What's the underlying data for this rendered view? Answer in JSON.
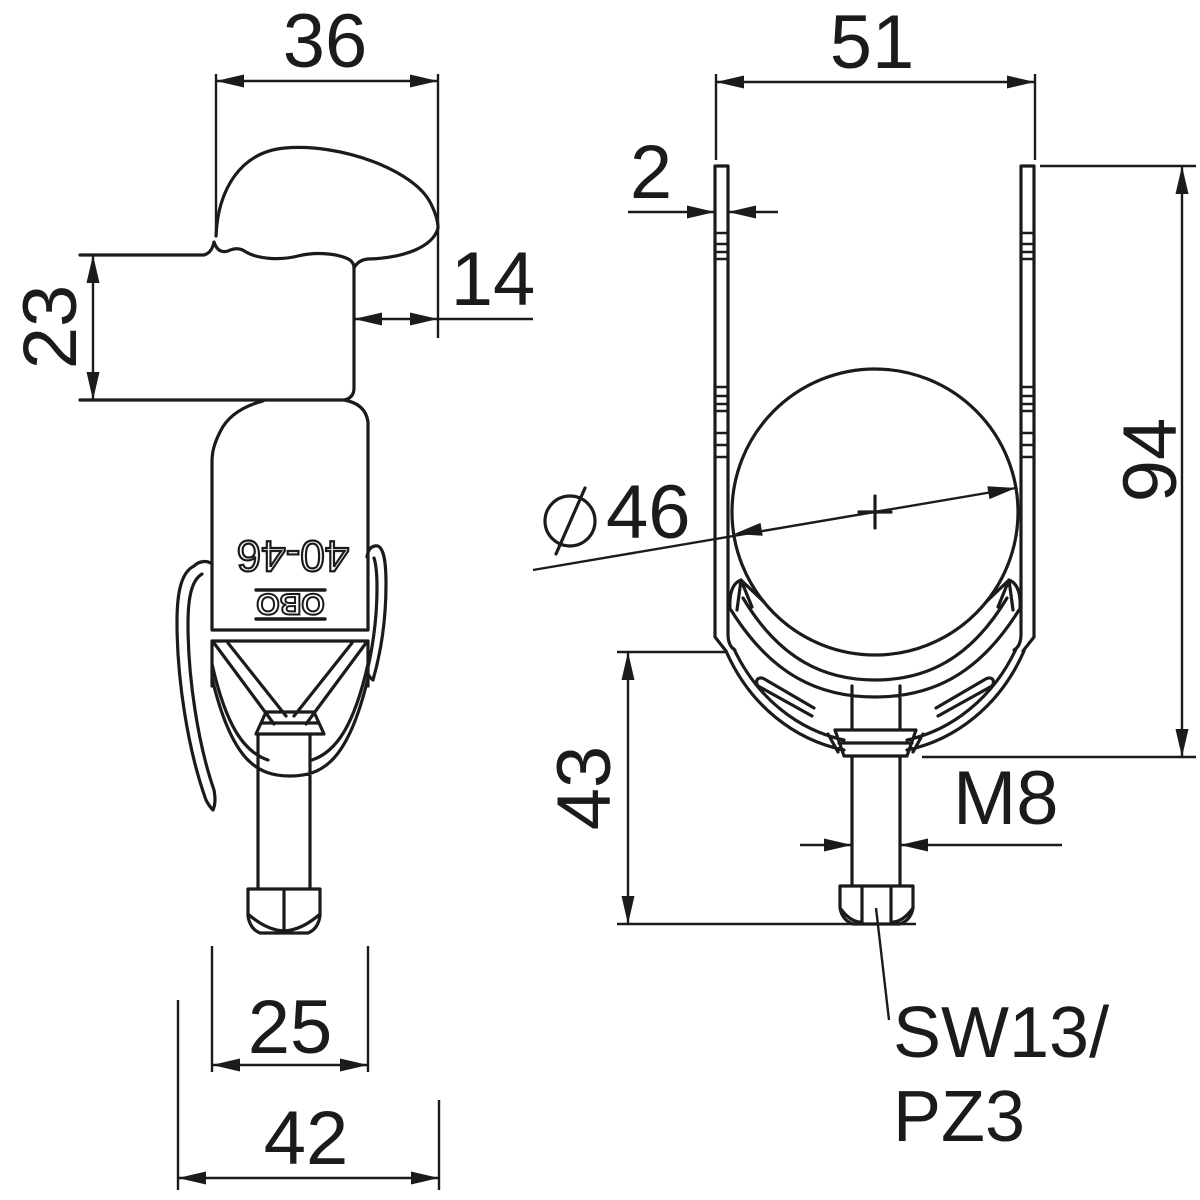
{
  "colors": {
    "background": "#ffffff",
    "ink": "#1b1b1b"
  },
  "views": {
    "side": {
      "dimensions": {
        "hook_width": "36",
        "mouth_depth": "23",
        "hook_offset": "14",
        "rail_width": "25",
        "overall_depth": "42"
      },
      "markings": {
        "size_range": "40-46",
        "brand": "OBO"
      }
    },
    "front": {
      "dimensions": {
        "outer_width": "51",
        "material_thickness": "2",
        "clamp_diameter": "46",
        "diameter_symbol": "⌀",
        "overall_height": "94",
        "screw_clearance": "43",
        "thread_size": "M8"
      },
      "labels": {
        "drive_line1": "SW13/",
        "drive_line2": "PZ3"
      }
    }
  }
}
